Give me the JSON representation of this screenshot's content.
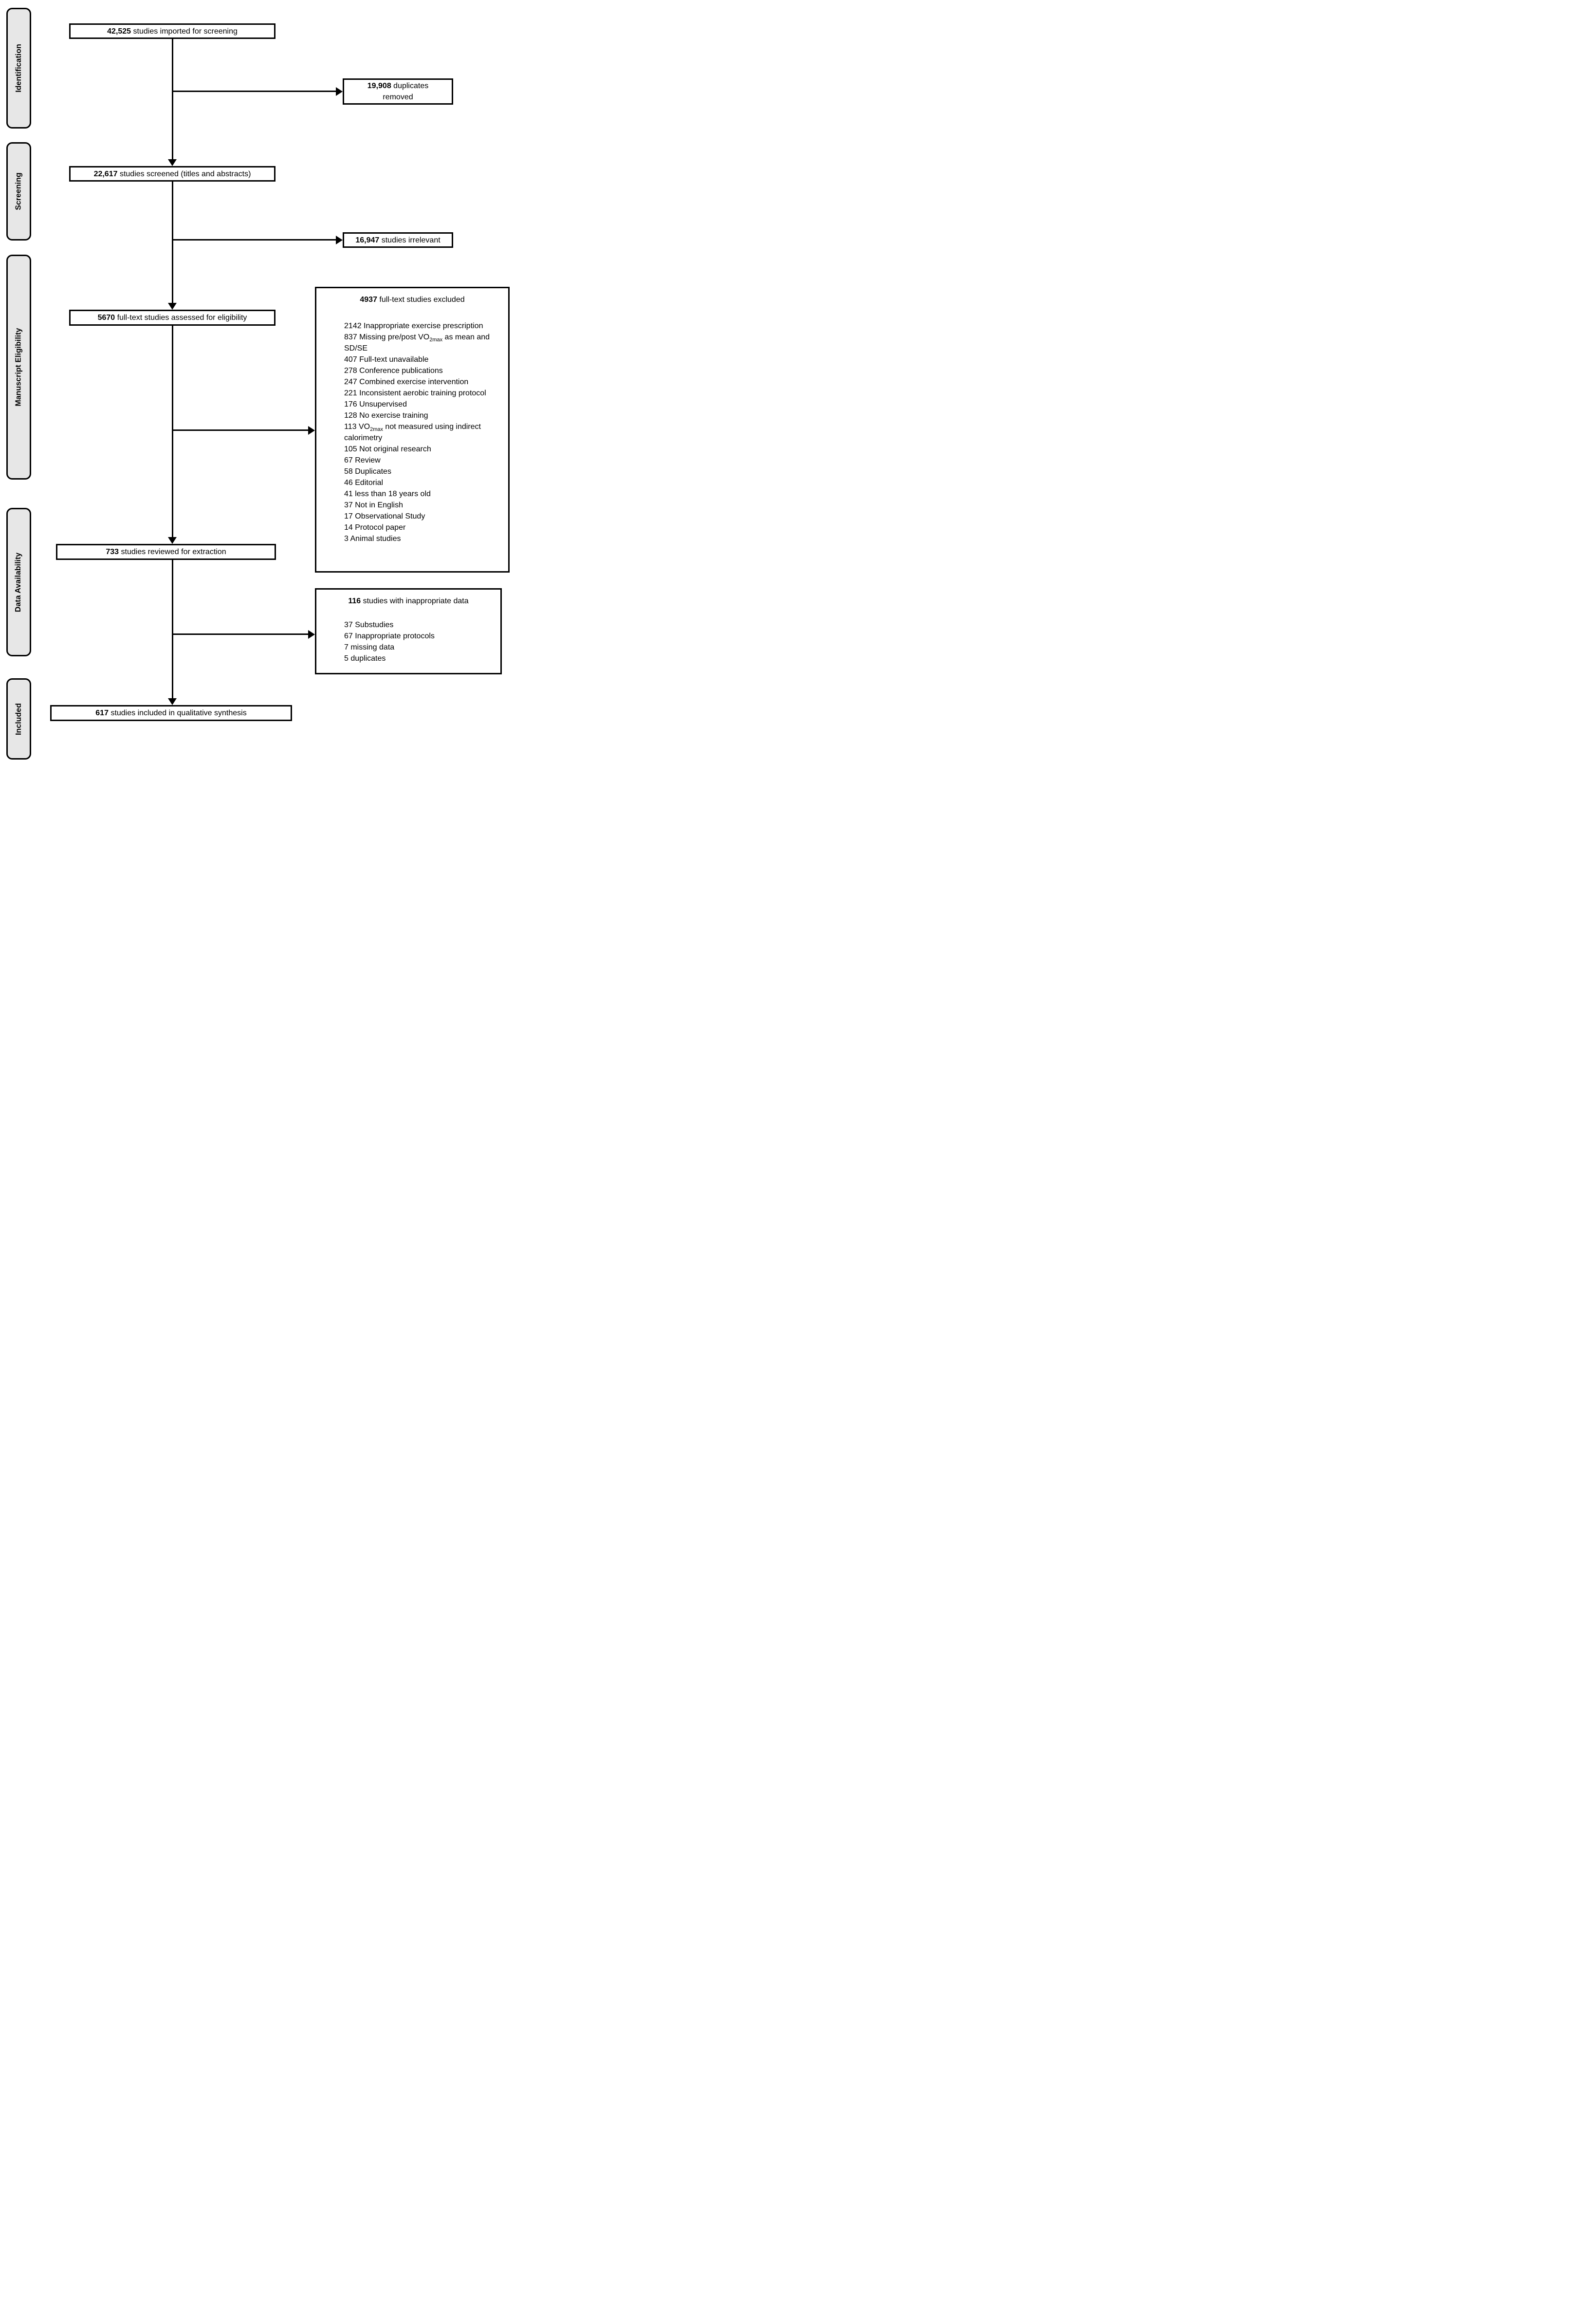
{
  "stages": [
    {
      "label": "Identification"
    },
    {
      "label": "Screening"
    },
    {
      "label": "Manuscript Eligibility"
    },
    {
      "label": "Data Availability"
    },
    {
      "label": "Included"
    }
  ],
  "flow": {
    "imported": {
      "number": "42,525",
      "text": "studies imported for screening"
    },
    "screened": {
      "number": "22,617",
      "text": "studies screened (titles and abstracts)"
    },
    "fulltext": {
      "number": "5670",
      "text": "full-text studies assessed for eligibility"
    },
    "reviewed": {
      "number": "733",
      "text": "studies reviewed for extraction"
    },
    "included": {
      "number": "617",
      "text": "studies included in qualitative synthesis"
    }
  },
  "exclusions": {
    "duplicates_removed": {
      "number": "19,908",
      "text": "duplicates removed"
    },
    "irrelevant": {
      "number": "16,947",
      "text": "studies irrelevant"
    },
    "fulltext_excluded": {
      "number": "4937",
      "text": "full-text studies excluded",
      "reasons": [
        "2142 Inappropriate exercise prescription",
        "837 Missing pre/post VO_{2max} as mean and SD/SE",
        "407 Full-text unavailable",
        "278 Conference publications",
        "247 Combined exercise intervention",
        "221 Inconsistent aerobic training protocol",
        "176 Unsupervised",
        "128 No exercise training",
        "113 VO_{2max} not measured using indirect calorimetry",
        "105 Not original research",
        "67 Review",
        "58 Duplicates",
        "46 Editorial",
        "41 less than 18 years old",
        "37 Not in English",
        "17 Observational Study",
        "14 Protocol paper",
        "3 Animal studies"
      ]
    },
    "inappropriate_data": {
      "number": "116",
      "text": "studies with inappropriate data",
      "reasons": [
        "37 Substudies",
        "67 Inappropriate protocols",
        "7 missing data",
        "5 duplicates"
      ]
    }
  },
  "colors": {
    "stage_fill": "#e7e7e7",
    "line": "#000000",
    "box_fill": "#ffffff"
  }
}
